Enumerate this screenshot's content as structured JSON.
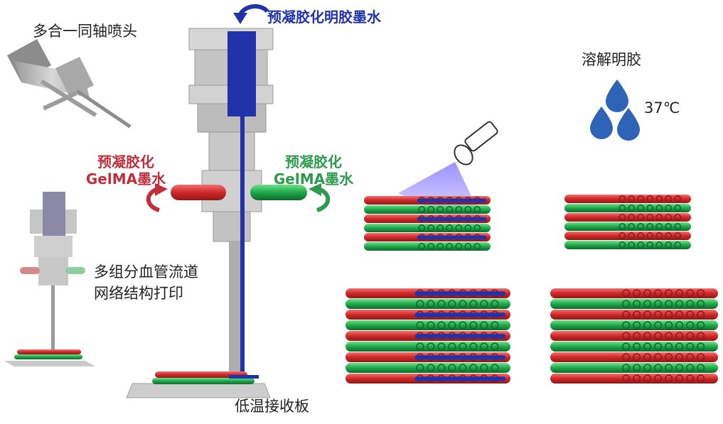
{
  "labels": {
    "coaxial_nozzle": "多合一同轴喷头",
    "top_ink": "预凝胶化明胶墨水",
    "left_ink_line1": "预凝胶化",
    "left_ink_line2": "GelMA墨水",
    "right_ink_line1": "预凝胶化",
    "right_ink_line2": "GelMA墨水",
    "print_caption_line1": "多组分血管流道",
    "print_caption_line2": "网络结构打印",
    "cold_plate": "低温接收板",
    "dissolve": "溶解明胶",
    "temperature": "37℃"
  },
  "colors": {
    "gelatin_ink": "#2233aa",
    "gelma_red": "#d02828",
    "gelma_green": "#1fa84a",
    "housing": "#b9b9b9"
  }
}
